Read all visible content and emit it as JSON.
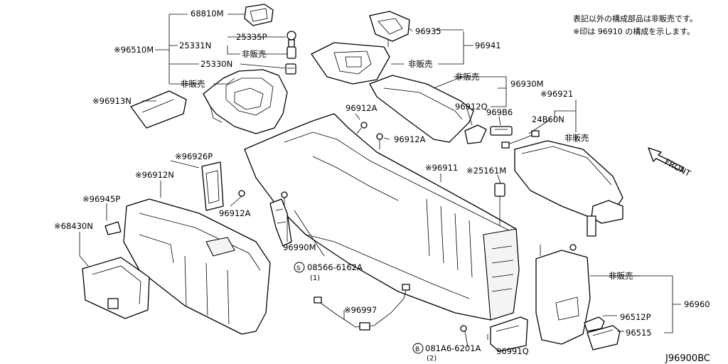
{
  "labels": {
    "p68810M": "68810M",
    "p25331N": "25331N",
    "p25335P": "25335P",
    "nsA": "非販売",
    "p96510M": "※96510M",
    "p25330N": "25330N",
    "nsB": "非販売",
    "p96913N": "※96913N",
    "p96935": "96935",
    "p96941": "96941",
    "nsC": "非販売",
    "nsD": "非販売",
    "p96930M": "96930M",
    "p96912Q": "96912Q",
    "p96921": "※96921",
    "p96986": "969B6",
    "p24860N": "24B60N",
    "nsE": "非販売",
    "p96912A_1": "96912A",
    "p96912A_2": "96912A",
    "p96912A_3": "96912A",
    "p96926P": "※96926P",
    "p96912N": "※96912N",
    "p96945P": "※96945P",
    "p68430N": "※68430N",
    "p96911": "※96911",
    "p25161M": "※25161M",
    "p96990M": "96990M",
    "p08566": "08566-6162A",
    "q08566": "(1)",
    "p96997": "※96997",
    "p081A6": "081A6-6201A",
    "q081A6": "(2)",
    "p96991Q": "96991Q",
    "nsF": "非販売",
    "p96960": "96960",
    "p96512P": "96512P",
    "p96515": "96515"
  },
  "notes": {
    "line1": "表記以外の構成部品は非販売です。",
    "line2": "※印は 96910 の構成を示します。"
  },
  "front": "FRONT",
  "badge_s": "S",
  "badge_b": "B",
  "diagram_code": "J96900BC"
}
